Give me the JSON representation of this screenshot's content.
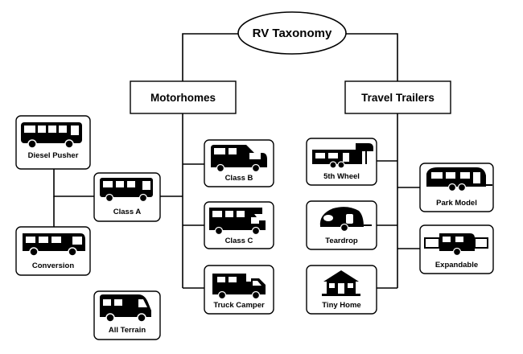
{
  "root": {
    "label": "RV Taxonomy"
  },
  "categories": {
    "motorhomes": "Motorhomes",
    "travel_trailers": "Travel Trailers"
  },
  "nodes": {
    "diesel_pusher": {
      "label": "Diesel Pusher",
      "icon": "bus-rv-icon"
    },
    "class_a": {
      "label": "Class A",
      "icon": "class-a-rv-icon"
    },
    "conversion": {
      "label": "Conversion",
      "icon": "conversion-bus-icon"
    },
    "class_b": {
      "label": "Class B",
      "icon": "camper-van-icon"
    },
    "class_c": {
      "label": "Class C",
      "icon": "class-c-rv-icon"
    },
    "truck_camper": {
      "label": "Truck Camper",
      "icon": "truck-camper-icon"
    },
    "all_terrain": {
      "label": "All Terrain",
      "icon": "all-terrain-van-icon"
    },
    "fifth_wheel": {
      "label": "5th Wheel",
      "icon": "fifth-wheel-trailer-icon"
    },
    "teardrop": {
      "label": "Teardrop",
      "icon": "teardrop-trailer-icon"
    },
    "tiny_home": {
      "label": "Tiny Home",
      "icon": "tiny-house-icon"
    },
    "park_model": {
      "label": "Park Model",
      "icon": "park-model-trailer-icon"
    },
    "expandable": {
      "label": "Expandable",
      "icon": "expandable-trailer-icon"
    }
  }
}
